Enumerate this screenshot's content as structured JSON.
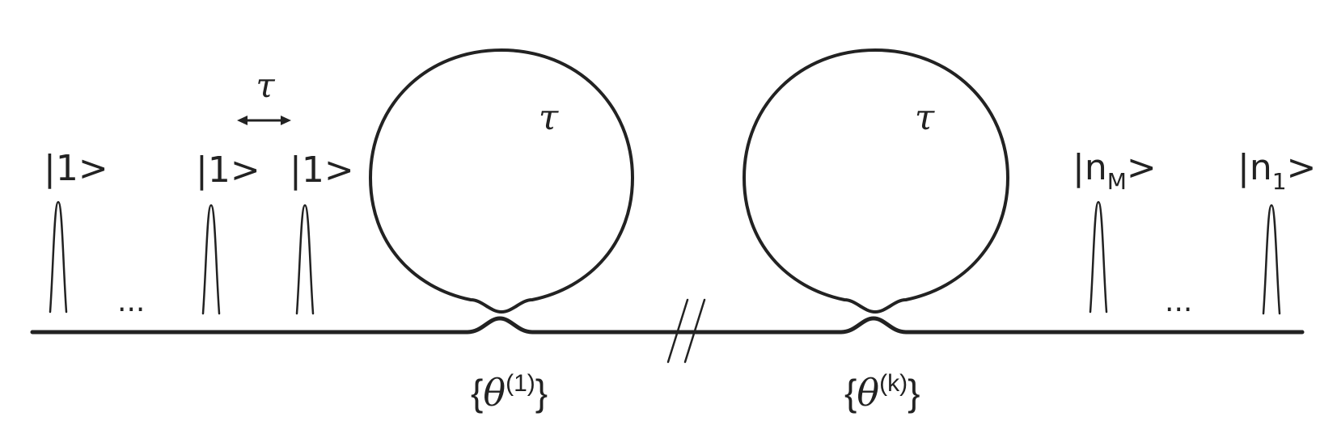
{
  "input_states": {
    "first": "|1>",
    "ellipsis": "...",
    "second": "|1>",
    "third": "|1>"
  },
  "delay_symbol": "τ",
  "loops": [
    {
      "delay": "τ",
      "setting_brace_open": "{",
      "setting_var": "θ",
      "setting_index": "(1)",
      "setting_brace_close": "}"
    },
    {
      "delay": "τ",
      "setting_brace_open": "{",
      "setting_var": "θ",
      "setting_index": "(k)",
      "setting_brace_close": "}"
    }
  ],
  "output_states": {
    "first": {
      "prefix": "|n",
      "sub": "M",
      "suffix": ">"
    },
    "ellipsis": "...",
    "last": {
      "prefix": "|n",
      "sub": "1",
      "suffix": ">"
    }
  }
}
